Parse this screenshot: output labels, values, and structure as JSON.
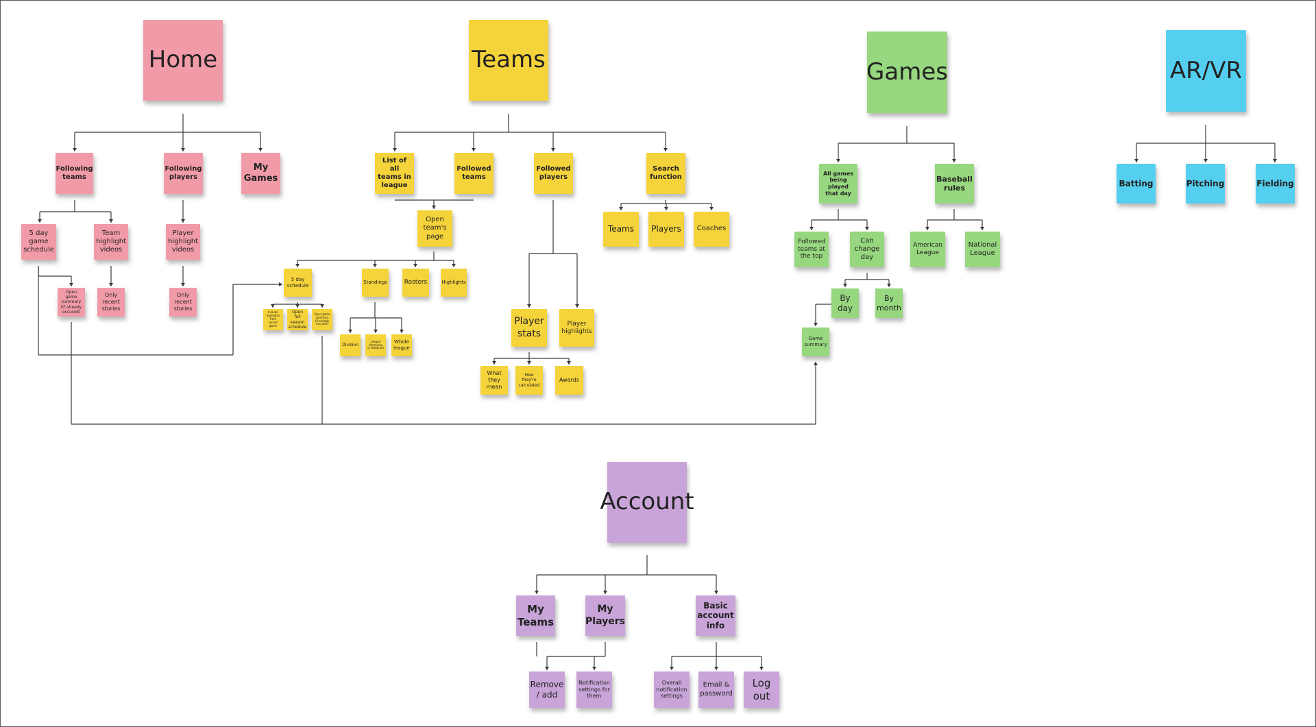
{
  "colors": {
    "pink": "#f29ba8",
    "yellow": "#f5d33a",
    "green": "#97d77f",
    "blue": "#55cfef",
    "purple": "#c8a4d8",
    "line": "#3a3a3a"
  },
  "notes": {
    "home": "Home",
    "following_teams": "Following\nteams",
    "following_players": "Following\nplayers",
    "my_games": "My\nGames",
    "five_day_game_schedule": "5 day\ngame\nschedule",
    "team_highlight_videos": "Team\nhighlight\nvideos",
    "player_highlight_videos": "Player\nhighlight\nvideos",
    "open_game_summary_home": "Open game\nsummary\n(if already\noccured)",
    "only_recent_stories_teams": "Only\nrecent\nstories",
    "only_recent_stories_players": "Only\nrecent\nstories",
    "teams": "Teams",
    "list_all_teams": "List of all\nteams in\nleague",
    "followed_teams": "Followed\nteams",
    "followed_players": "Followed\nplayers",
    "search_function": "Search\nfunction",
    "open_teams_page": "Open\nteam's\npage",
    "five_day_schedule": "5 day\nschedule",
    "standings": "Standings",
    "rosters": "Rosters",
    "highlights": "Highlights",
    "include_highlights": "Include\nhighlights\nfrom recent\ngame",
    "open_full_season_schedule": "Open full\nseason\nschedule",
    "open_game_summary_teams": "Open game\nsummary\n(if already\noccured)",
    "division": "Division",
    "league": "League\n(American\nor National)",
    "whole_league": "Whole\nleague",
    "search_teams": "Teams",
    "search_players": "Players",
    "search_coaches": "Coaches",
    "player_stats": "Player\nstats",
    "player_highlights": "Player\nhighlights",
    "what_they_mean": "What\nthey\nmean",
    "how_calculated": "How\nthey're\ncalculated",
    "awards": "Awards",
    "games": "Games",
    "all_games_today": "All games\nbeing\nplayed\nthat day",
    "baseball_rules": "Baseball\nrules",
    "followed_teams_top": "Followed\nteams at\nthe top",
    "can_change_day": "Can\nchange\nday",
    "american_league": "American\nLeague",
    "national_league": "National\nLeague",
    "by_day": "By\nday",
    "by_month": "By\nmonth",
    "game_summary": "Game\nsummary",
    "arvr": "AR/VR",
    "batting": "Batting",
    "pitching": "Pitching",
    "fielding": "Fielding",
    "account": "Account",
    "my_teams": "My\nTeams",
    "my_players": "My\nPlayers",
    "basic_account_info": "Basic\naccount\ninfo",
    "remove_add": "Remove\n/ add",
    "notification_settings_for_them": "Notification\nsettings for\nthem",
    "overall_notification_settings": "Overall\nnotification\nsettings",
    "email_password": "Email &\npassword",
    "log_out": "Log\nout"
  }
}
